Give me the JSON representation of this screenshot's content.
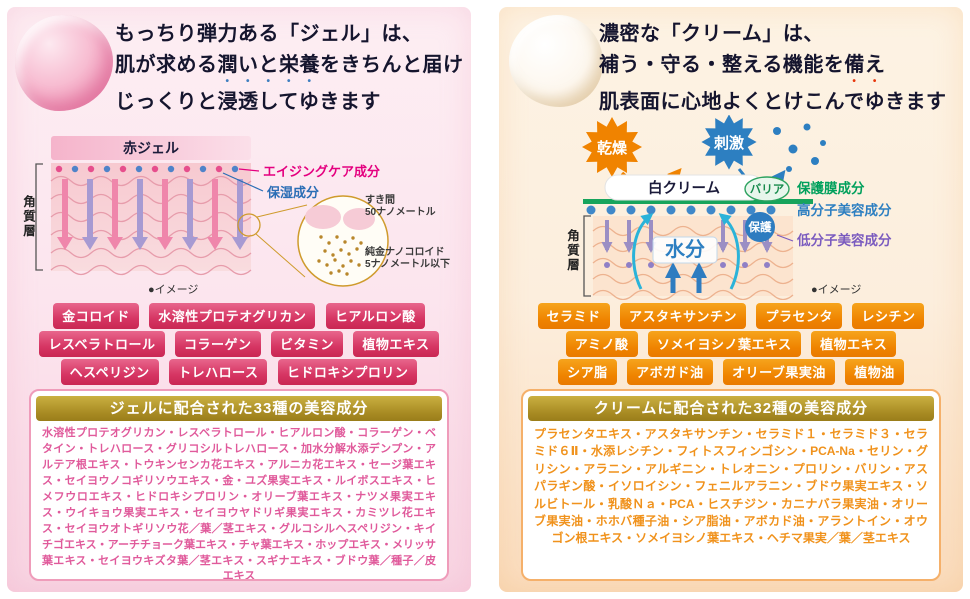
{
  "left": {
    "heading": {
      "l1": "もっちり弾力ある「ジェル」は、",
      "l2a": "肌が求める",
      "l2b": "潤いと栄養",
      "l2c": "をきちんと届け",
      "l3": "じっくりと浸透してゆきます"
    },
    "diagram": {
      "gel_label": "赤ジェル",
      "layer_label": "角質層",
      "aging_label": "エイジングケア成分",
      "moist_label": "保湿成分",
      "gap_label_1": "すき間",
      "gap_label_2": "50ナノメートル",
      "nano_label_1": "純金ナノコロイド",
      "nano_label_2": "5ナノメートル以下",
      "image_note": "●イメージ"
    },
    "pills": [
      [
        "金コロイド",
        "水溶性プロテオグリカン",
        "ヒアルロン酸"
      ],
      [
        "レスベラトロール",
        "コラーゲン",
        "ビタミン",
        "植物エキス"
      ],
      [
        "ヘスペリジン",
        "トレハロース",
        "ヒドロキシプロリン"
      ]
    ],
    "box": {
      "title": "ジェルに配合された33種の美容成分",
      "body": "水溶性プロテオグリカン・レスベラトロール・ヒアルロン酸・コラーゲン・ベタイン・トレハロース・グリコシルトレハロース・加水分解水添デンプン・アルテア根エキス・トウキンセンカ花エキス・アルニカ花エキス・セージ葉エキス・セイヨウノコギリソウエキス・金・ユズ果実エキス・ルイボスエキス・ヒメフウロエキス・ヒドロキシプロリン・オリーブ葉エキス・ナツメ果実エキス・ウイキョウ果実エキス・セイヨウヤドリギ果実エキス・カミツレ花エキス・セイヨウオトギリソウ花／葉／茎エキス・グルコシルヘスペリジン・キイチゴエキス・アーチチョーク葉エキス・チャ葉エキス・ホップエキス・メリッサ葉エキス・セイヨウキズタ葉／茎エキス・スギナエキス・ブドウ葉／種子／皮エキス"
    }
  },
  "right": {
    "heading": {
      "l1": "濃密な「クリーム」は、",
      "l2a": "補う・守る・整える機能を",
      "l2b": "備え",
      "l3": "肌表面に心地よくとけこんでゆきます"
    },
    "diagram": {
      "dry_label": "乾燥",
      "stim_label": "刺激",
      "cream_label": "白クリーム",
      "barrier_label": "バリア",
      "film_label": "保護膜成分",
      "high_label": "高分子美容成分",
      "protect_label": "保護",
      "low_label": "低分子美容成分",
      "water_label": "水分",
      "layer_label": "角質層",
      "image_note": "●イメージ"
    },
    "pills": [
      [
        "セラミド",
        "アスタキサンチン",
        "プラセンタ",
        "レシチン"
      ],
      [
        "アミノ酸",
        "ソメイヨシノ葉エキス",
        "植物エキス"
      ],
      [
        "シア脂",
        "アボガド油",
        "オリーブ果実油",
        "植物油"
      ]
    ],
    "box": {
      "title": "クリームに配合された32種の美容成分",
      "body": "プラセンタエキス・アスタキサンチン・セラミド１・セラミド３・セラミド６Ⅱ・水添レシチン・フィトスフィンゴシン・PCA-Na・セリン・グリシン・アラニン・アルギニン・トレオニン・プロリン・バリン・アスパラギン酸・イソロイシン・フェニルアラニン・ブドウ果実エキス・ソルビトール・乳酸Ｎａ・PCA・ヒスチジン・カニナバラ果実油・オリーブ果実油・ホホバ種子油・シア脂油・アボカド油・アラントイン・オウゴン根エキス・ソメイヨシノ葉エキス・ヘチマ果実／葉／茎エキス"
    }
  }
}
